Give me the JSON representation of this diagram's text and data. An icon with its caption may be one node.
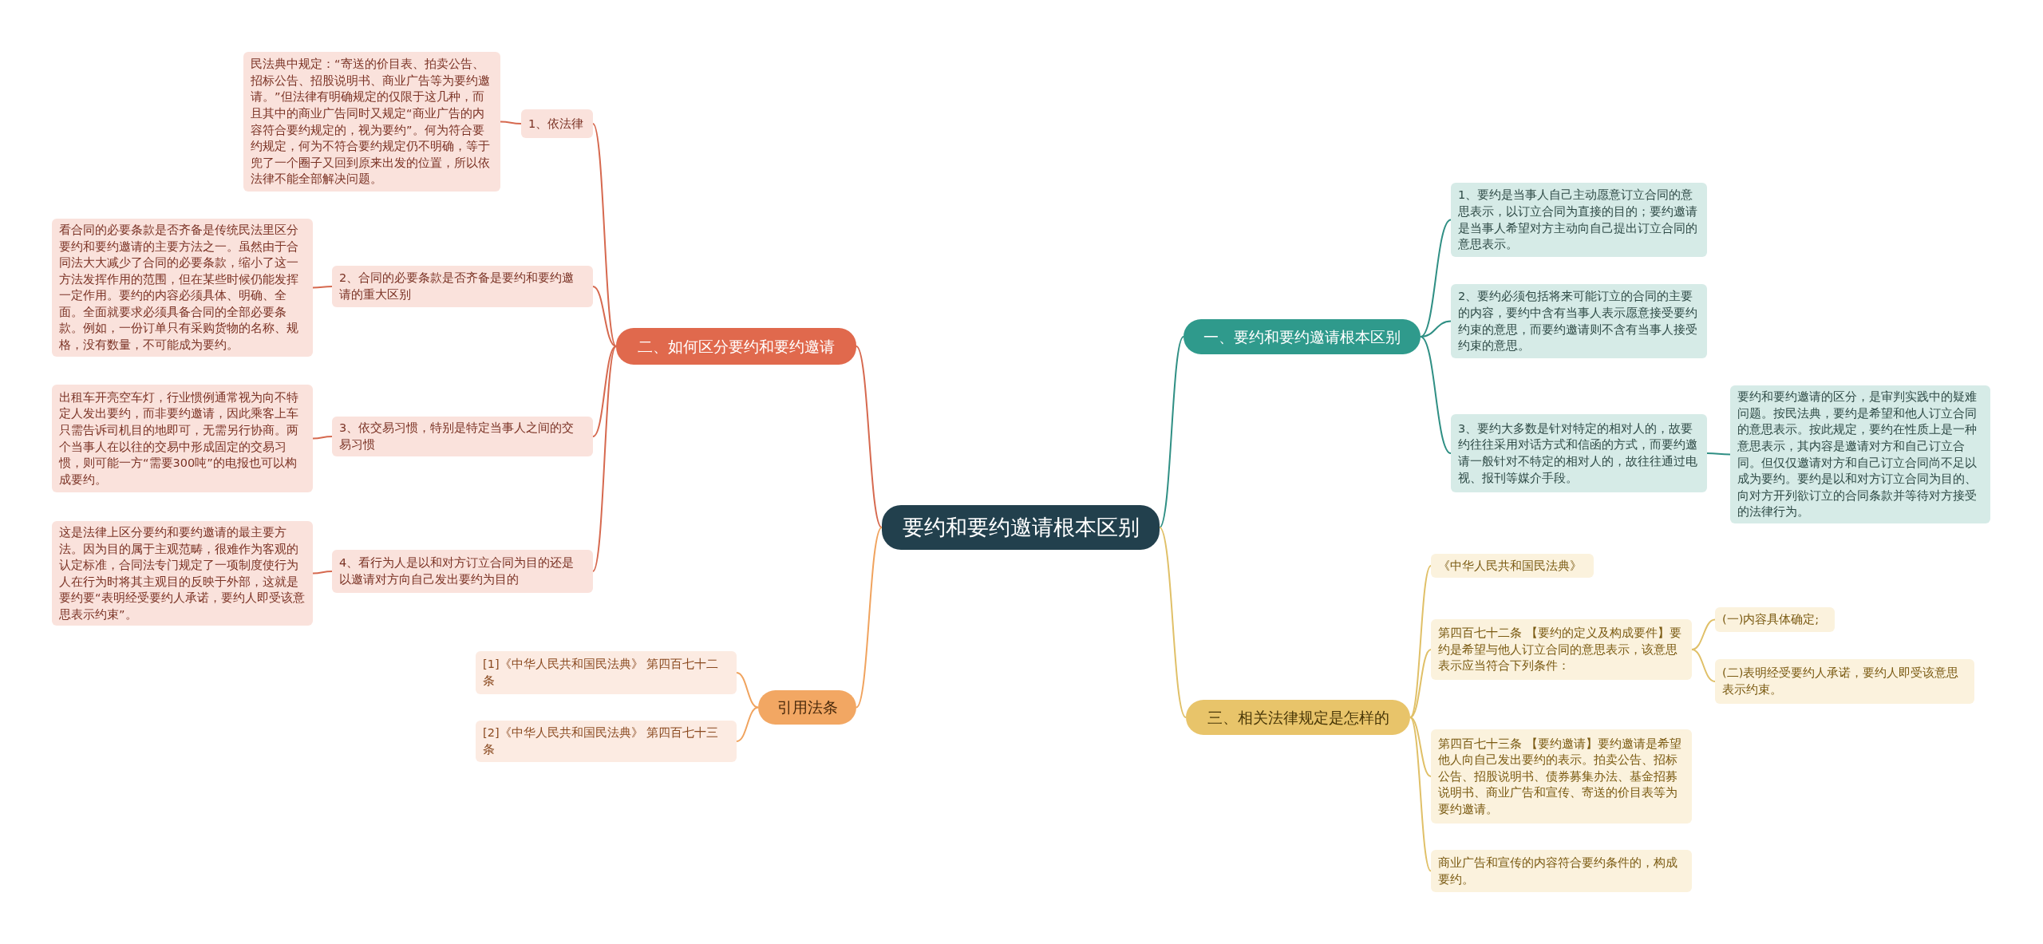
{
  "diagram": {
    "nodes": [
      {
        "text": [
          "要约和要约邀请根本区别"
        ]
      },
      {
        "text": [
          "一、要约和要约邀请根本区别"
        ]
      },
      {
        "text": [
          "1、要约是当事人自己主动愿意订立合同的意思表示，以订立合同为直接的目的；要约邀请是当事人希望对方主动向自己提出订立合同的意思表示。"
        ]
      },
      {
        "text": [
          "2、要约必须包括将来可能订立的合同的主要的内容，要约中含有当事人表示愿意接受要约约束的意思，而要约邀请则不含有当事人接受约束的意思。"
        ]
      },
      {
        "text": [
          "3、要约大多数是针对特定的相对人的，故要约往往采用对话方式和信函的方式，而要约邀请一般针对不特定的相对人的，故往往通过电视、报刊等媒介手段。"
        ]
      },
      {
        "text": [
          "要约和要约邀请的区分，是审判实践中的疑难问题。按民法典，要约是希望和他人订立合同的意思表示。按此规定，要约在性质上是一种意思表示，其内容是邀请对方和自己订立合同。但仅仅邀请对方和自己订立合同尚不足以成为要约。要约是以和对方订立合同为目的、向对方开列欲订立的合同条款并等待对方接受的法律行为。"
        ]
      },
      {
        "text": [
          "二、如何区分要约和要约邀请"
        ]
      },
      {
        "text": [
          "1、依法律"
        ]
      },
      {
        "text": [
          "民法典中规定：“寄送的价目表、拍卖公告、招标公告、招股说明书、商业广告等为要约邀请。”但法律有明确规定的仅限于这几种，而且其中的商业广告同时又规定“商业广告的内容符合要约规定的，视为要约”。何为符合要约规定，何为不符合要约规定仍不明确，等于兜了一个圈子又回到原来出发的位置，所以依法律不能全部解决问题。"
        ]
      },
      {
        "text": [
          "2、合同的必要条款是否齐备是要约和要约邀请的重大区别"
        ]
      },
      {
        "text": [
          "看合同的必要条款是否齐备是传统民法里区分要约和要约邀请的主要方法之一。虽然由于合同法大大减少了合同的必要条款，缩小了这一方法发挥作用的范围，但在某些时候仍能发挥一定作用。要约的内容必须具体、明确、全面。全面就要求必须具备合同的全部必要条款。例如，一份订单只有采购货物的名称、规格，没有数量，不可能成为要约。"
        ]
      },
      {
        "text": [
          "3、依交易习惯，特别是特定当事人之间的交易习惯"
        ]
      },
      {
        "text": [
          "出租车开亮空车灯，行业惯例通常视为向不特定人发出要约，而非要约邀请，因此乘客上车只需告诉司机目的地即可，无需另行协商。两个当事人在以往的交易中形成固定的交易习惯，则可能一方“需要300吨”的电报也可以构成要约。"
        ]
      },
      {
        "text": [
          "4、看行为人是以和对方订立合同为目的还是以邀请对方向自己发出要约为目的"
        ]
      },
      {
        "text": [
          "这是法律上区分要约和要约邀请的最主要方法。因为目的属于主观范畴，很难作为客观的认定标准，合同法专门规定了一项制度使行为人在行为时将其主观目的反映于外部，这就是要约要“表明经受要约人承诺，要约人即受该意思表示约束”。"
        ]
      },
      {
        "text": [
          "三、相关法律规定是怎样的"
        ]
      },
      {
        "text": [
          "《中华人民共和国民法典》"
        ]
      },
      {
        "text": [
          "第四百七十二条 【要约的定义及构成要件】要约是希望与他人订立合同的意思表示，该意思表示应当符合下列条件："
        ]
      },
      {
        "text": [
          "(一)内容具体确定;"
        ]
      },
      {
        "text": [
          "(二)表明经受要约人承诺，要约人即受该意思表示约束。"
        ]
      },
      {
        "text": [
          "第四百七十三条 【要约邀请】要约邀请是希望他人向自己发出要约的表示。拍卖公告、招标公告、招股说明书、债券募集办法、基金招募说明书、商业广告和宣传、寄送的价目表等为要约邀请。"
        ]
      },
      {
        "text": [
          "商业广告和宣传的内容符合要约条件的，构成要约。"
        ]
      },
      {
        "text": [
          "引用法条"
        ]
      },
      {
        "text": [
          "[1]《中华人民共和国民法典》 第四百七十二条"
        ]
      },
      {
        "text": [
          "[2]《中华人民共和国民法典》 第四百七十三条"
        ]
      }
    ],
    "edges": [
      {
        "from": 0,
        "to": 1,
        "arrow": "none",
        "color": "#2f8f84"
      },
      {
        "from": 1,
        "to": 2,
        "arrow": "none",
        "color": "#2f8f84"
      },
      {
        "from": 1,
        "to": 3,
        "arrow": "none",
        "color": "#2f8f84"
      },
      {
        "from": 1,
        "to": 4,
        "arrow": "none",
        "color": "#2f8f84"
      },
      {
        "from": 4,
        "to": 5,
        "arrow": "none",
        "color": "#2f8f84"
      },
      {
        "from": 0,
        "to": 6,
        "arrow": "none",
        "color": "#d6694f"
      },
      {
        "from": 6,
        "to": 7,
        "arrow": "none",
        "color": "#d6694f"
      },
      {
        "from": 7,
        "to": 8,
        "arrow": "none",
        "color": "#d6694f"
      },
      {
        "from": 6,
        "to": 9,
        "arrow": "none",
        "color": "#d6694f"
      },
      {
        "from": 9,
        "to": 10,
        "arrow": "none",
        "color": "#d6694f"
      },
      {
        "from": 6,
        "to": 11,
        "arrow": "none",
        "color": "#d6694f"
      },
      {
        "from": 11,
        "to": 12,
        "arrow": "none",
        "color": "#d6694f"
      },
      {
        "from": 6,
        "to": 13,
        "arrow": "none",
        "color": "#d6694f"
      },
      {
        "from": 13,
        "to": 14,
        "arrow": "none",
        "color": "#d6694f"
      },
      {
        "from": 0,
        "to": 15,
        "arrow": "none",
        "color": "#e0c068"
      },
      {
        "from": 15,
        "to": 16,
        "arrow": "none",
        "color": "#e0c068"
      },
      {
        "from": 15,
        "to": 17,
        "arrow": "none",
        "color": "#e0c068"
      },
      {
        "from": 17,
        "to": 18,
        "arrow": "none",
        "color": "#e0c068"
      },
      {
        "from": 17,
        "to": 19,
        "arrow": "none",
        "color": "#e0c068"
      },
      {
        "from": 15,
        "to": 20,
        "arrow": "none",
        "color": "#e0c068"
      },
      {
        "from": 15,
        "to": 21,
        "arrow": "none",
        "color": "#e0c068"
      },
      {
        "from": 0,
        "to": 22,
        "arrow": "none",
        "color": "#f0a35e"
      },
      {
        "from": 22,
        "to": 23,
        "arrow": "none",
        "color": "#f0a35e"
      },
      {
        "from": 22,
        "to": 24,
        "arrow": "none",
        "color": "#f0a35e"
      }
    ]
  }
}
